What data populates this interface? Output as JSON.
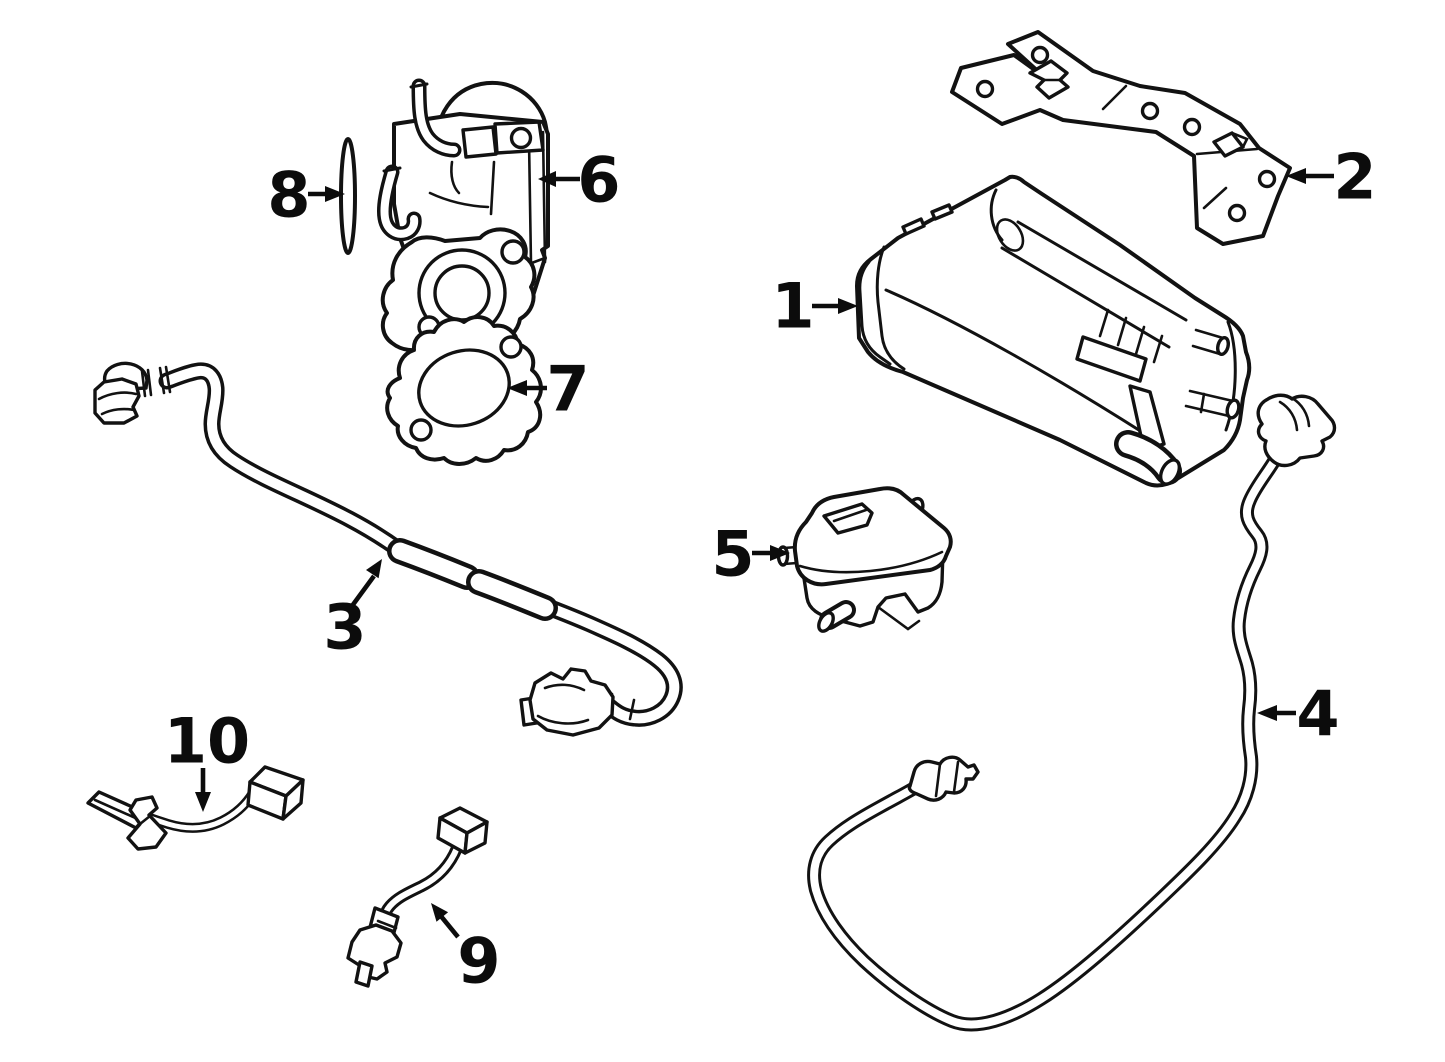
{
  "diagram": {
    "background_color": "#ffffff",
    "line_color": "#121212",
    "callouts": [
      {
        "number": "1"
      },
      {
        "number": "2"
      },
      {
        "number": "3"
      },
      {
        "number": "4"
      },
      {
        "number": "5"
      },
      {
        "number": "6"
      },
      {
        "number": "7"
      },
      {
        "number": "8"
      },
      {
        "number": "9"
      },
      {
        "number": "10"
      }
    ]
  }
}
